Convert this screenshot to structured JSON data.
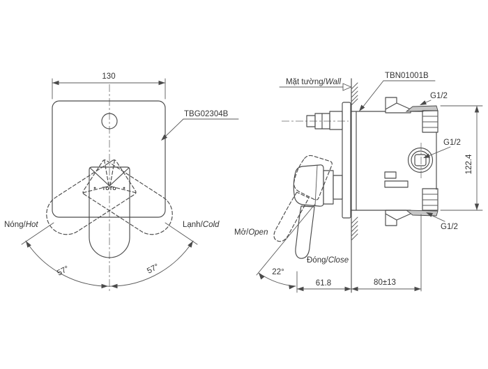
{
  "front": {
    "dim_width": "130",
    "part_label": "TBG02304B",
    "logo": "TOTO",
    "hot_vi": "Nóng/",
    "hot_en": "Hot",
    "cold_vi": "Lạnh/",
    "cold_en": "Cold",
    "angle_left": "57°",
    "angle_right": "57°"
  },
  "side": {
    "wall_vi": "Mặt tường/",
    "wall_en": "Wall",
    "part_label": "TBN01001B",
    "thread_top": "G1/2",
    "thread_outlet": "G1/2",
    "thread_bottom": "G1/2",
    "dim_port_span": "122.4",
    "open_vi": "Mở/",
    "open_en": "Open",
    "close_vi": "Đóng/",
    "close_en": "Close",
    "angle_open": "22°",
    "dim_front": "61.8",
    "dim_depth": "80±13"
  },
  "colors": {
    "line": "#4a4a4a",
    "text": "#333333",
    "fill_light": "#c6c6c6",
    "background": "#ffffff"
  }
}
